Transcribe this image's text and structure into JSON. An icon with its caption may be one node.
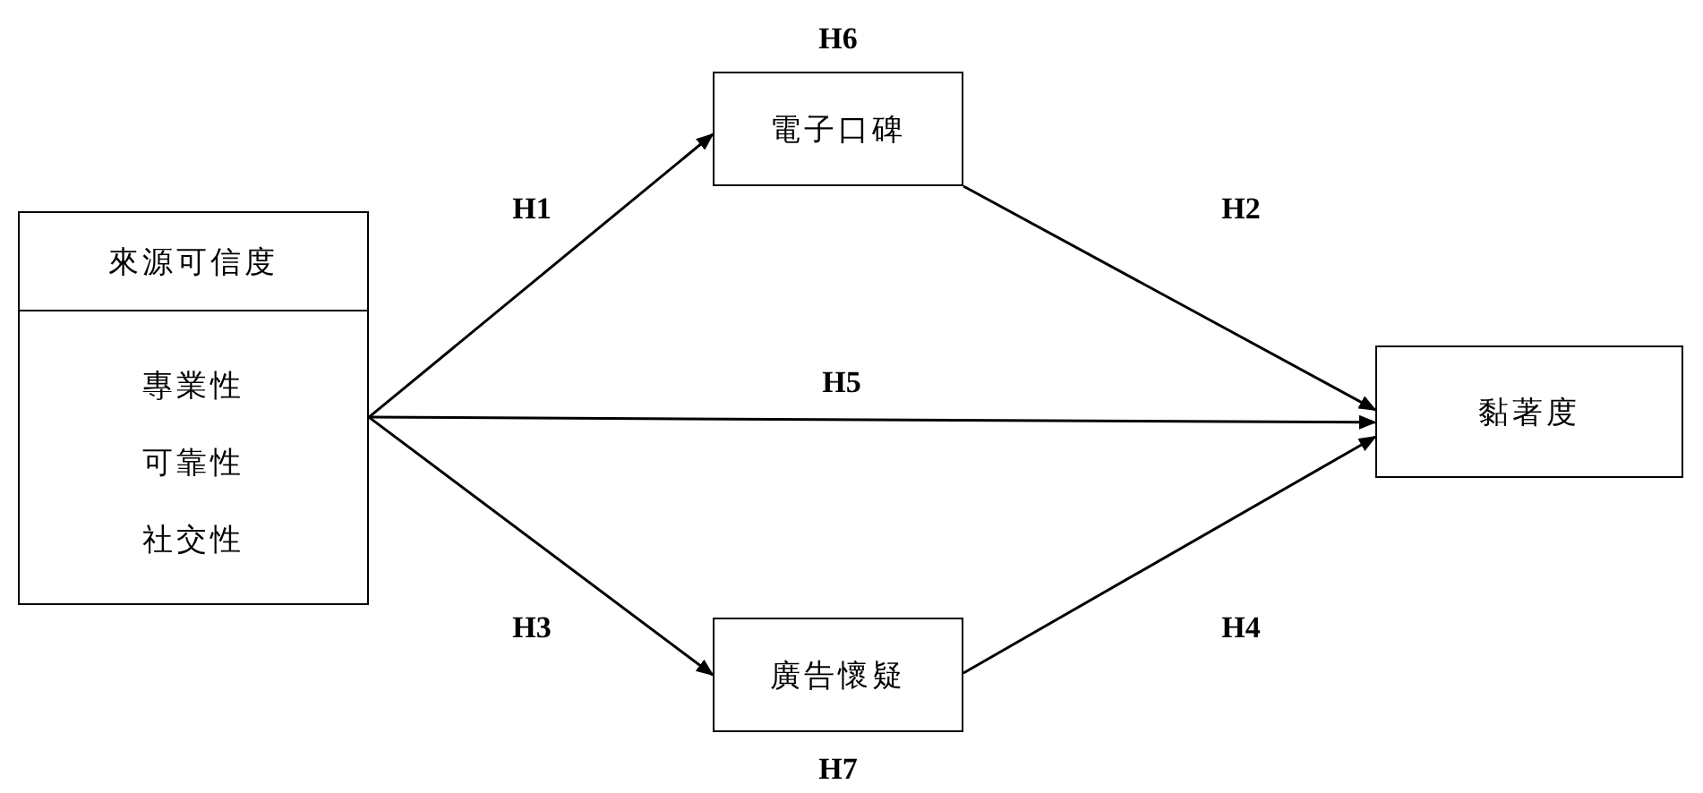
{
  "diagram": {
    "nodes": [
      {
        "text": [
          "來源可信度",
          "專業性",
          "可靠性",
          "社交性"
        ]
      },
      {
        "text": [
          "電子口碑"
        ],
        "beside": [
          "H6"
        ]
      },
      {
        "text": [
          "黏著度"
        ]
      },
      {
        "text": [
          "廣告懷疑"
        ],
        "beside": [
          "H7"
        ]
      }
    ],
    "edges": [
      {
        "from": 0,
        "to": 1,
        "arrow": "to",
        "label": "H1"
      },
      {
        "from": 1,
        "to": 2,
        "arrow": "to",
        "label": "H2"
      },
      {
        "from": 0,
        "to": 2,
        "arrow": "to",
        "label": "H5"
      },
      {
        "from": 0,
        "to": 3,
        "arrow": "to",
        "label": "H3"
      },
      {
        "from": 3,
        "to": 2,
        "arrow": "to",
        "label": "H4"
      }
    ]
  }
}
